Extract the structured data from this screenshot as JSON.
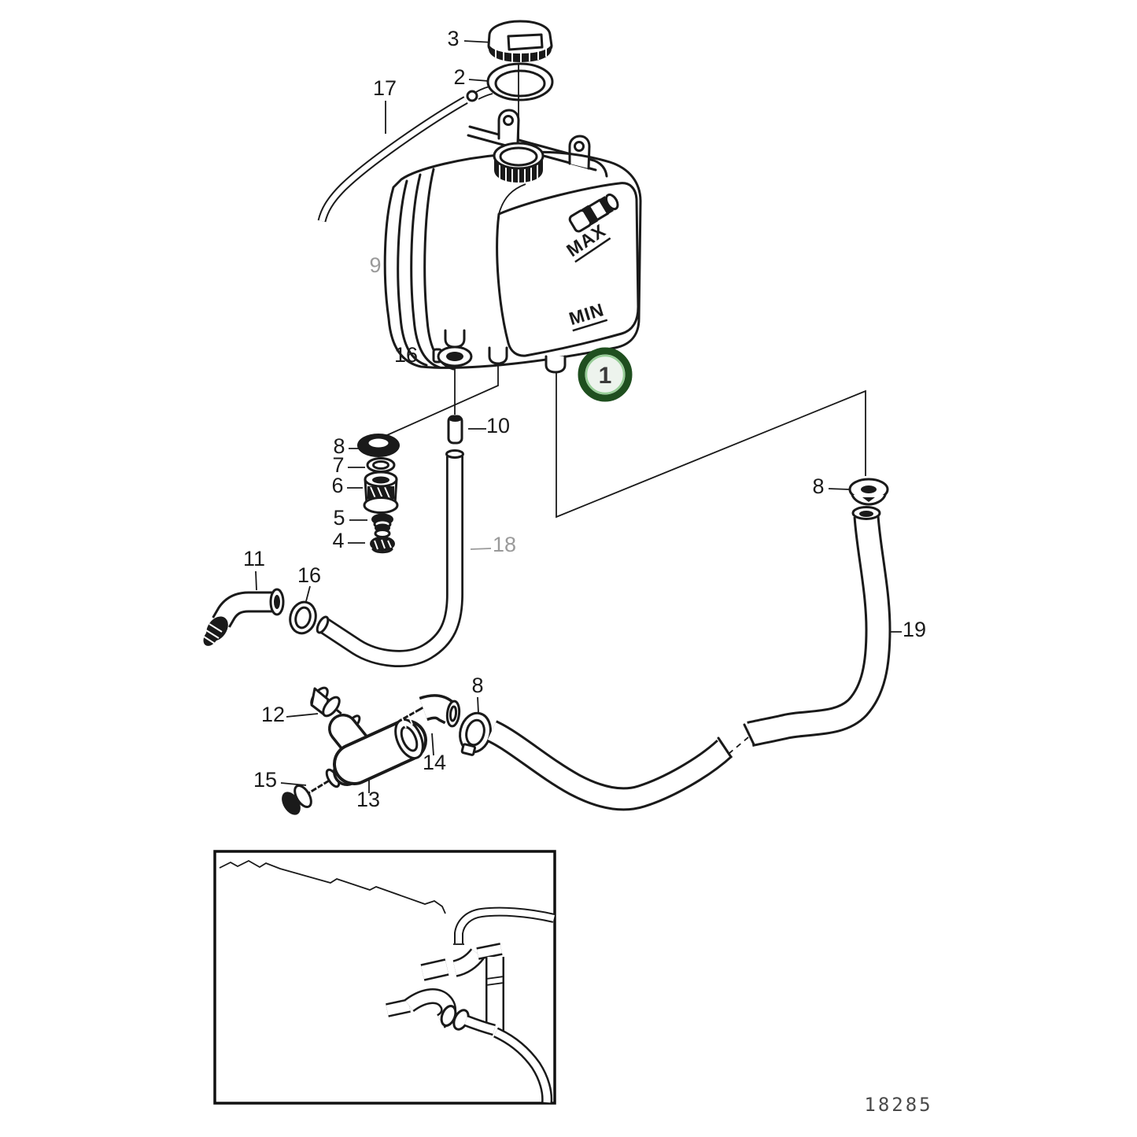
{
  "figure": {
    "drawing_number": "18285",
    "tank_markings": {
      "max": "MAX",
      "min": "MIN"
    },
    "highlight": {
      "label": "1",
      "ring_color": "#1f4f1f",
      "halo_color": "#8cc98c",
      "fill_color": "#edf3ed"
    },
    "callouts": {
      "cap_3": "3",
      "sealing_ring_2": "2",
      "vent_hose_17": "17",
      "casing_9": "9",
      "clamp_16_tank": "16",
      "nipple_10": "10",
      "nut_8": "8",
      "washer_7": "7",
      "valve_6": "6",
      "seal_5": "5",
      "connector_4": "4",
      "hose_18": "18",
      "elbow_11": "11",
      "clamp_16_hose": "16",
      "screw_12": "12",
      "tee_13": "13",
      "elbow_14": "14",
      "plug_15": "15",
      "clamp_8_mid": "8",
      "clamp_8_right": "8",
      "hose_19": "19"
    }
  }
}
